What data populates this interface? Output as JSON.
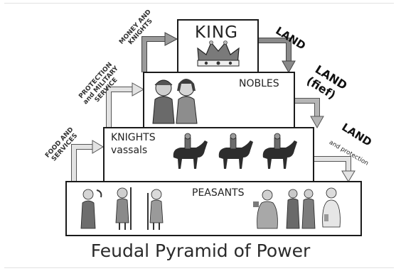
{
  "tiers": {
    "king": {
      "label": "KING"
    },
    "nobles": {
      "label": "NOBLES"
    },
    "knights": {
      "line1": "KNIGHTS",
      "line2": "vassals"
    },
    "peasants": {
      "label": "PEASANTS"
    }
  },
  "down_labels": {
    "land1": "LAND",
    "land2_line1": "LAND",
    "land2_line2": "(fief)",
    "land3": "LAND",
    "land3_sub": "and protection"
  },
  "up_labels": {
    "money_line1": "MONEY AND",
    "money_line2": "KNIGHTS",
    "protection_line1": "PROTECTION",
    "protection_line2": "and MILITARY",
    "protection_line3": "SERVICE",
    "food_line1": "FOOD AND",
    "food_line2": "SERVICES"
  },
  "caption": "Feudal Pyramid of Power",
  "colors": {
    "down_arrow": "#8a8a8a",
    "up_arrow": "#d9d9d9",
    "box_border": "#1a1a1a"
  },
  "icons": [
    "crown-icon",
    "noble-couple-icon",
    "knight-on-horse-icon",
    "peasant-figure-icon"
  ]
}
